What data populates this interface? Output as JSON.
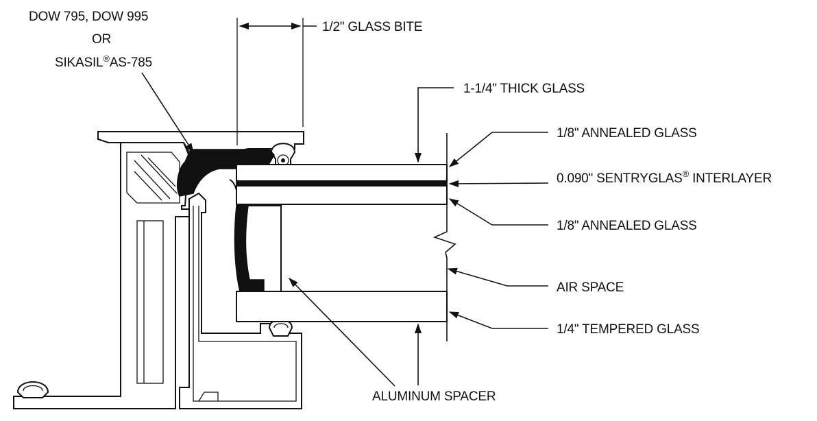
{
  "diagram": {
    "sealant_label": {
      "line1": "DOW 795, DOW 995",
      "line2": "OR",
      "line3_prefix": "SIKASIL",
      "line3_mark": "®",
      "line3_suffix": "AS-785"
    },
    "glass_bite_label": "1/2\" GLASS BITE",
    "thick_glass_label": "1-1/4\" THICK GLASS",
    "annealed_top_label": "1/8\" ANNEALED GLASS",
    "interlayer_label": {
      "prefix": "0.090\" SENTRYGLAS",
      "mark": "®",
      "suffix": " INTERLAYER"
    },
    "annealed_bottom_label": "1/8\" ANNEALED GLASS",
    "air_space_label": "AIR SPACE",
    "tempered_label": "1/4\" TEMPERED GLASS",
    "spacer_label": "ALUMINUM SPACER",
    "colors": {
      "ink": "#111111",
      "background": "#ffffff"
    }
  }
}
